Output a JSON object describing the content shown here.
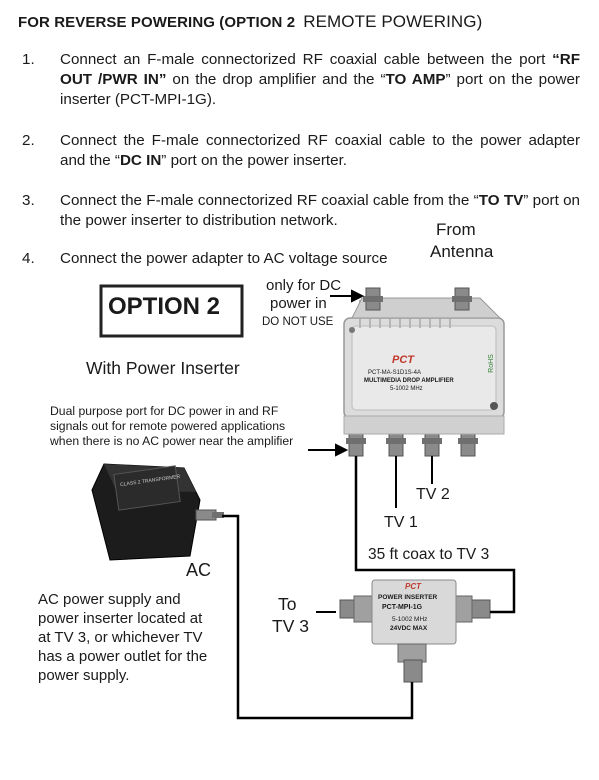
{
  "header": {
    "title_bold": "FOR REVERSE POWERING (OPTION 2",
    "title_regular": "REMOTE POWERING)"
  },
  "steps": [
    {
      "num": "1.",
      "pre": "Connect an F-male connectorized RF coaxial cable between the port ",
      "b1": "“RF OUT /PWR IN”",
      "mid": " on the drop amplifier and the “",
      "b2": "TO AMP",
      "post": "” port on the power inserter (PCT-MPI-1G)."
    },
    {
      "num": "2.",
      "pre": "Connect the F-male connectorized RF coaxial cable to the power adapter and the “",
      "b1": "DC IN",
      "post": "” port on the power inserter."
    },
    {
      "num": "3.",
      "pre": "Connect the F-male connectorized RF coaxial cable from the “",
      "b1": "TO TV",
      "post": "” port on the power inserter to distribution network."
    },
    {
      "num": "4.",
      "text": "Connect the power adapter to AC voltage source"
    }
  ],
  "diagram": {
    "option_label": "OPTION 2",
    "with_power_inserter": "With Power Inserter",
    "from_antenna_1": "From",
    "from_antenna_2": "Antenna",
    "dc_only_1": "only for DC",
    "dc_only_2": "power in",
    "do_not_use": "DO NOT USE",
    "dual_purpose_1": "Dual purpose port for DC power in and RF",
    "dual_purpose_2": "signals out for remote powered applications",
    "dual_purpose_3": "when there is no AC power near the amplifier",
    "tv1": "TV 1",
    "tv2": "TV 2",
    "coax_tv3": "35 ft coax to TV 3",
    "ac": "AC",
    "to_tv3_1": "To",
    "to_tv3_2": "TV 3",
    "ac_note": [
      "AC power supply and",
      "power inserter located at",
      "at TV 3, or whichever TV",
      "has a power outlet for the",
      "power supply."
    ],
    "amp_brand": "PCT",
    "amp_model": "PCT-MA-S1D1S-4A",
    "amp_desc": "MULTIMEDIA DROP AMPLIFIER",
    "amp_sub": "5-1002 MHz",
    "amp_rohs": "RoHS",
    "pi_brand": "PCT",
    "pi_title": "POWER INSERTER",
    "pi_model": "PCT-MPI-1G",
    "pi_freq": "5-1002 MHz",
    "pi_volt": "24VDC MAX",
    "adapter_text": "CLASS 2 TRANSFORMER"
  },
  "colors": {
    "text": "#1a1a1a",
    "device_body": "#d9d9d9",
    "connector": "#8a8a8a",
    "adapter": "#1c1c1c",
    "label_red": "#c0392b"
  }
}
